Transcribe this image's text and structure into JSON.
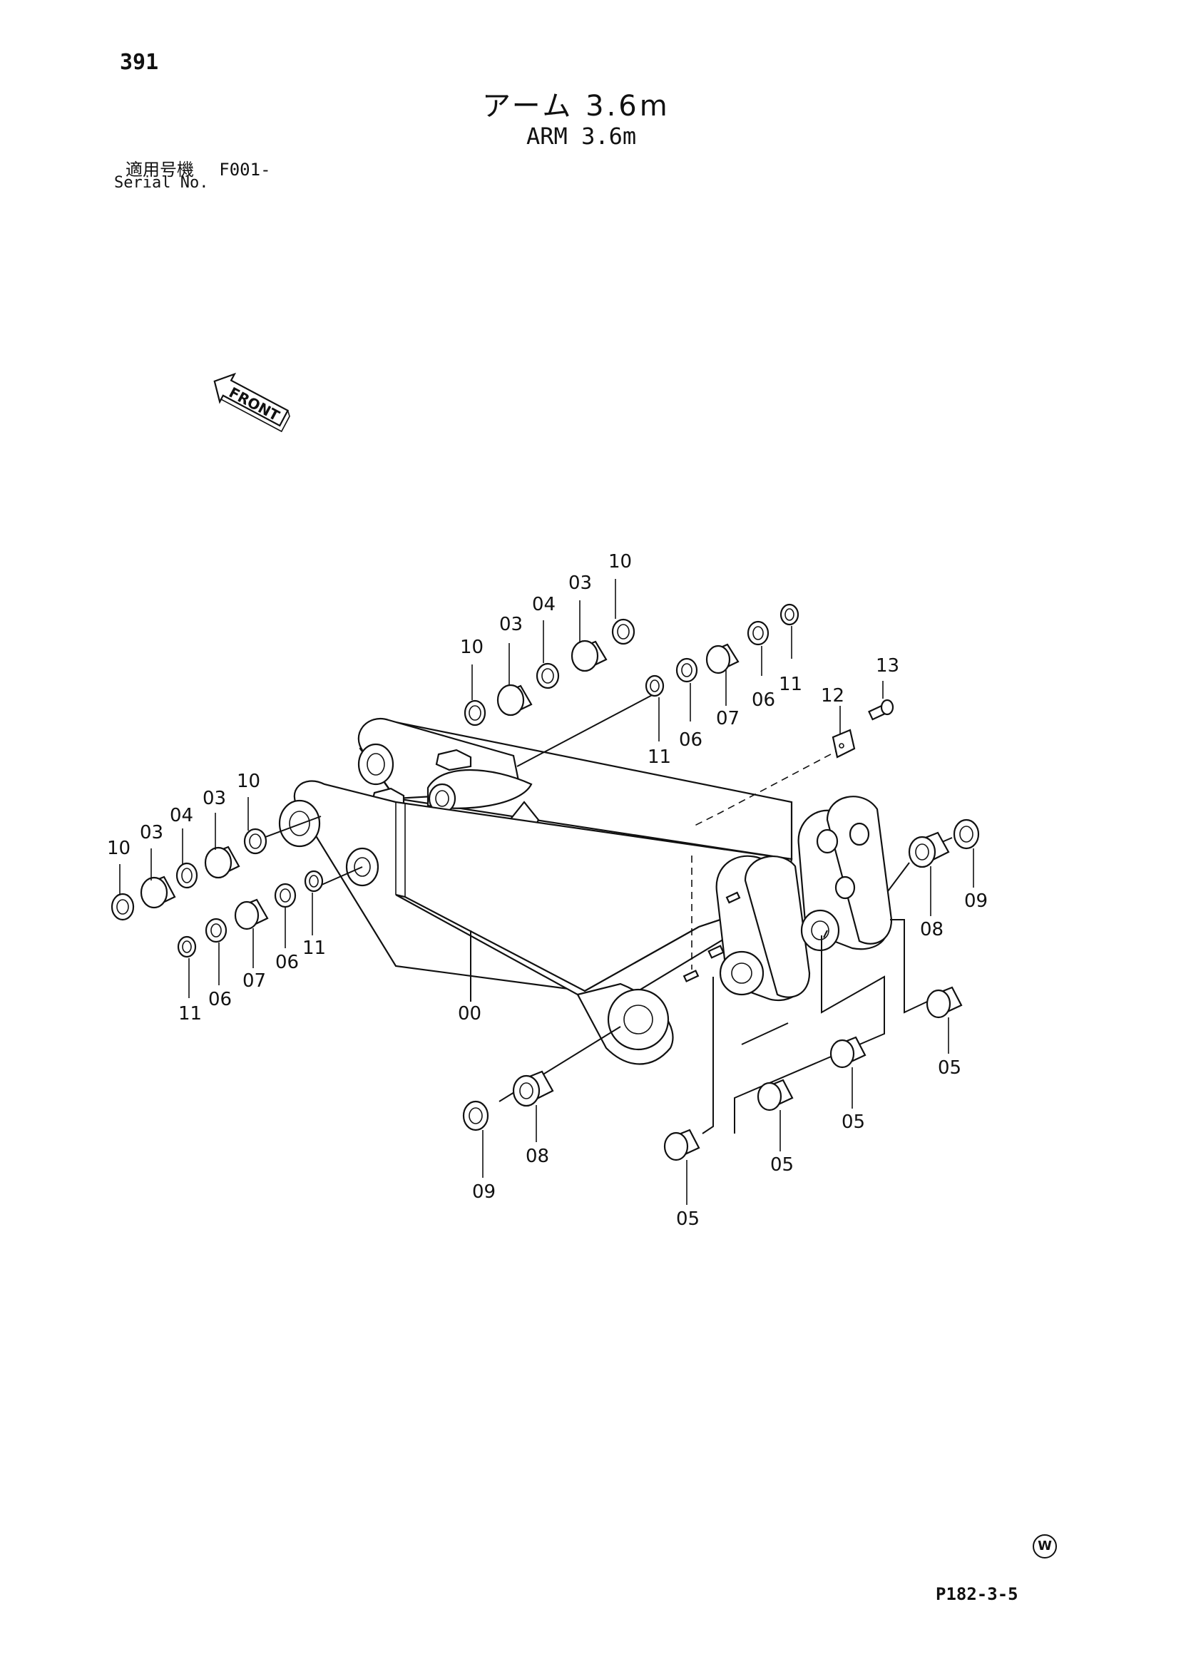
{
  "header": {
    "page_number": "391",
    "title_jp": "アーム 3.6m",
    "title_en": "ARM 3.6m",
    "serial_label_jp": "適用号機",
    "serial_value": "F001-",
    "serial_label_en": "Serial No."
  },
  "front_arrow": {
    "label": "FRONT",
    "icon": "front-arrow-icon"
  },
  "callouts": {
    "c00": "00",
    "c03a": "03",
    "c03b": "03",
    "c03c": "03",
    "c03d": "03",
    "c04a": "04",
    "c04b": "04",
    "c05a": "05",
    "c05b": "05",
    "c05c": "05",
    "c05d": "05",
    "c06a": "06",
    "c06b": "06",
    "c06c": "06",
    "c06d": "06",
    "c07a": "07",
    "c07b": "07",
    "c08a": "08",
    "c08b": "08",
    "c09a": "09",
    "c09b": "09",
    "c10a": "10",
    "c10b": "10",
    "c10c": "10",
    "c10d": "10",
    "c11a": "11",
    "c11b": "11",
    "c11c": "11",
    "c11d": "11",
    "c12": "12",
    "c13": "13"
  },
  "footer": {
    "mark": "W",
    "drawing_code": "P182-3-5"
  }
}
